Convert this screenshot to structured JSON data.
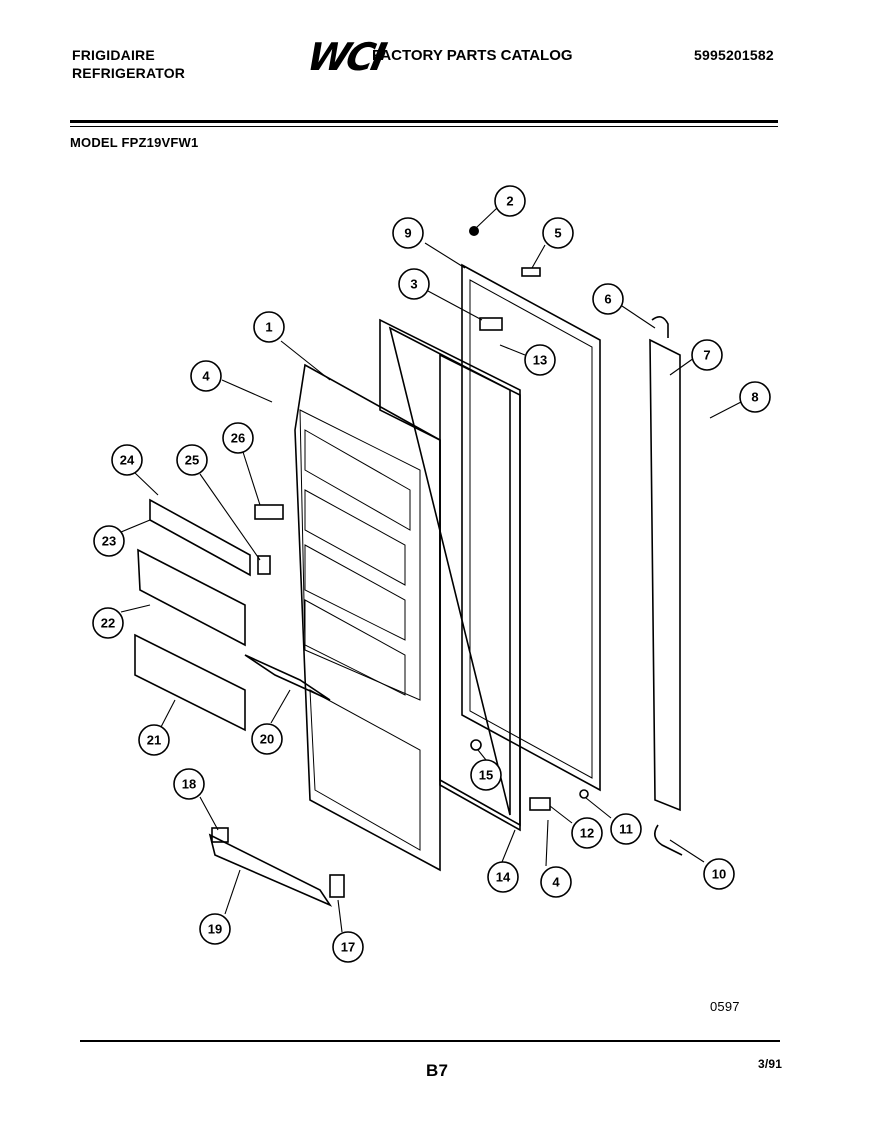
{
  "header": {
    "brand_line1": "FRIGIDAIRE",
    "brand_line2": "REFRIGERATOR",
    "logo": "WCI",
    "catalog_title": "FACTORY PARTS CATALOG",
    "catalog_number": "5995201582",
    "model": "MODEL FPZ19VFW1"
  },
  "callouts": [
    "1",
    "2",
    "3",
    "4",
    "4",
    "5",
    "6",
    "7",
    "8",
    "9",
    "10",
    "11",
    "12",
    "13",
    "14",
    "15",
    "17",
    "18",
    "19",
    "20",
    "21",
    "22",
    "23",
    "24",
    "25",
    "26"
  ],
  "footer": {
    "drawing_code": "0597",
    "page": "B7",
    "date": "3/91"
  }
}
